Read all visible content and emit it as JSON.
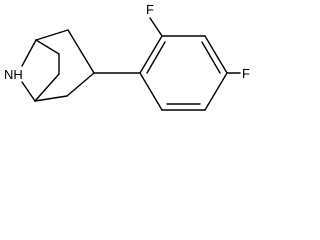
{
  "molecule": {
    "atoms": {
      "amine_nitrogen": "NH",
      "fluorine_ortho": "F",
      "fluorine_para": "F"
    }
  }
}
